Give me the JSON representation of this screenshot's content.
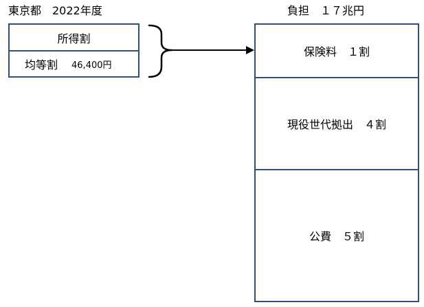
{
  "left": {
    "title": "東京都　2022年度",
    "rows": [
      {
        "label": "所得割"
      },
      {
        "label": "均等割",
        "amount": "46,400円"
      }
    ]
  },
  "right": {
    "title": "負担　１７兆円",
    "rows": [
      {
        "label": "保険料　１割"
      },
      {
        "label": "現役世代拠出　４割"
      },
      {
        "label": "公費　５割"
      }
    ]
  },
  "colors": {
    "box_border": "#2f4f7f",
    "connector": "#000000"
  },
  "icons": {
    "brace": "right-curly-brace-icon",
    "arrow": "right-arrow-icon"
  }
}
